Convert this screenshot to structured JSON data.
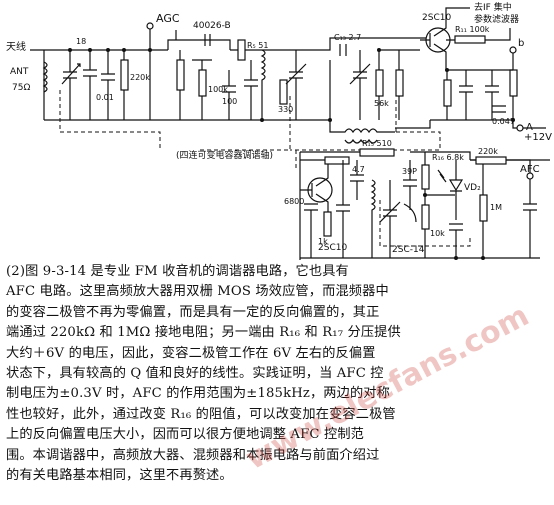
{
  "schematic": {
    "labels": {
      "antenna": "天线",
      "ant": "ANT",
      "ant_ohm": "75Ω",
      "agc": "AGC",
      "mosfet": "40026-B",
      "filter_note_1": "去IF 集中",
      "filter_note_2": "参数滤波器",
      "q_top": "2SC10",
      "q_left": "2SC10",
      "ic_bottom": "2SC-14",
      "tuning_note": "(四连可变电容器调谐轴)",
      "supply": "+12V",
      "node_a": "A",
      "node_b": "b",
      "afc": "AFC",
      "vd": "VD₂",
      "r_top": "R₁₁ 100k",
      "r_15": "R₁₅ 510",
      "r_6k8": "R₁₆ 6.8k",
      "r_220k_b": "220k",
      "r_1m": "1M",
      "r_220k_a": "220k",
      "r_100k": "100k",
      "r_51": "R₅ 51",
      "r_330": "330",
      "r_56k": "56k",
      "r_1k": "1k",
      "r_10k": "10k",
      "c_18": "18",
      "c_2p7": "C₁₃ 2.7",
      "c_6800": "6800",
      "c_4p7": "4.7",
      "c_39p": "39P",
      "c_0p047": "0.047",
      "c_0p01": "0.01",
      "c_100": "100"
    }
  },
  "body": {
    "lines": [
      "(2)图 9-3-14 是专业 FM 收音机的调谐器电路，它也具有",
      "AFC 电路。这里高频放大器用双栅 MOS 场效应管，而混频器中",
      "的变容二极管不再为零偏置，而是具有一定的反向偏置的，其正",
      "端通过 220kΩ 和 1MΩ 接地电阻；另一端由 R₁₆ 和 R₁₇ 分压提供",
      "大约＋6V 的电压，因此，变容二极管工作在 6V 左右的反偏置",
      "状态下，具有较高的 Q 值和良好的线性。实践证明，当 AFC 控",
      "制电压为±0.3V 时，AFC 的作用范围为±185kHz，两边的对称",
      "性也较好，此外，通过改变 R₁₆ 的阻值，可以改变加在变容二极管",
      "上的反向偏置电压大小，因而可以很方便地调整 AFC 控制范",
      "围。本调谐器中，高频放大器、混频器和本振电路与前面介绍过",
      "的有关电路基本相同，这里不再赘述。"
    ]
  },
  "watermark": {
    "text": "www.elecfans.com",
    "color": "#c8372d"
  }
}
